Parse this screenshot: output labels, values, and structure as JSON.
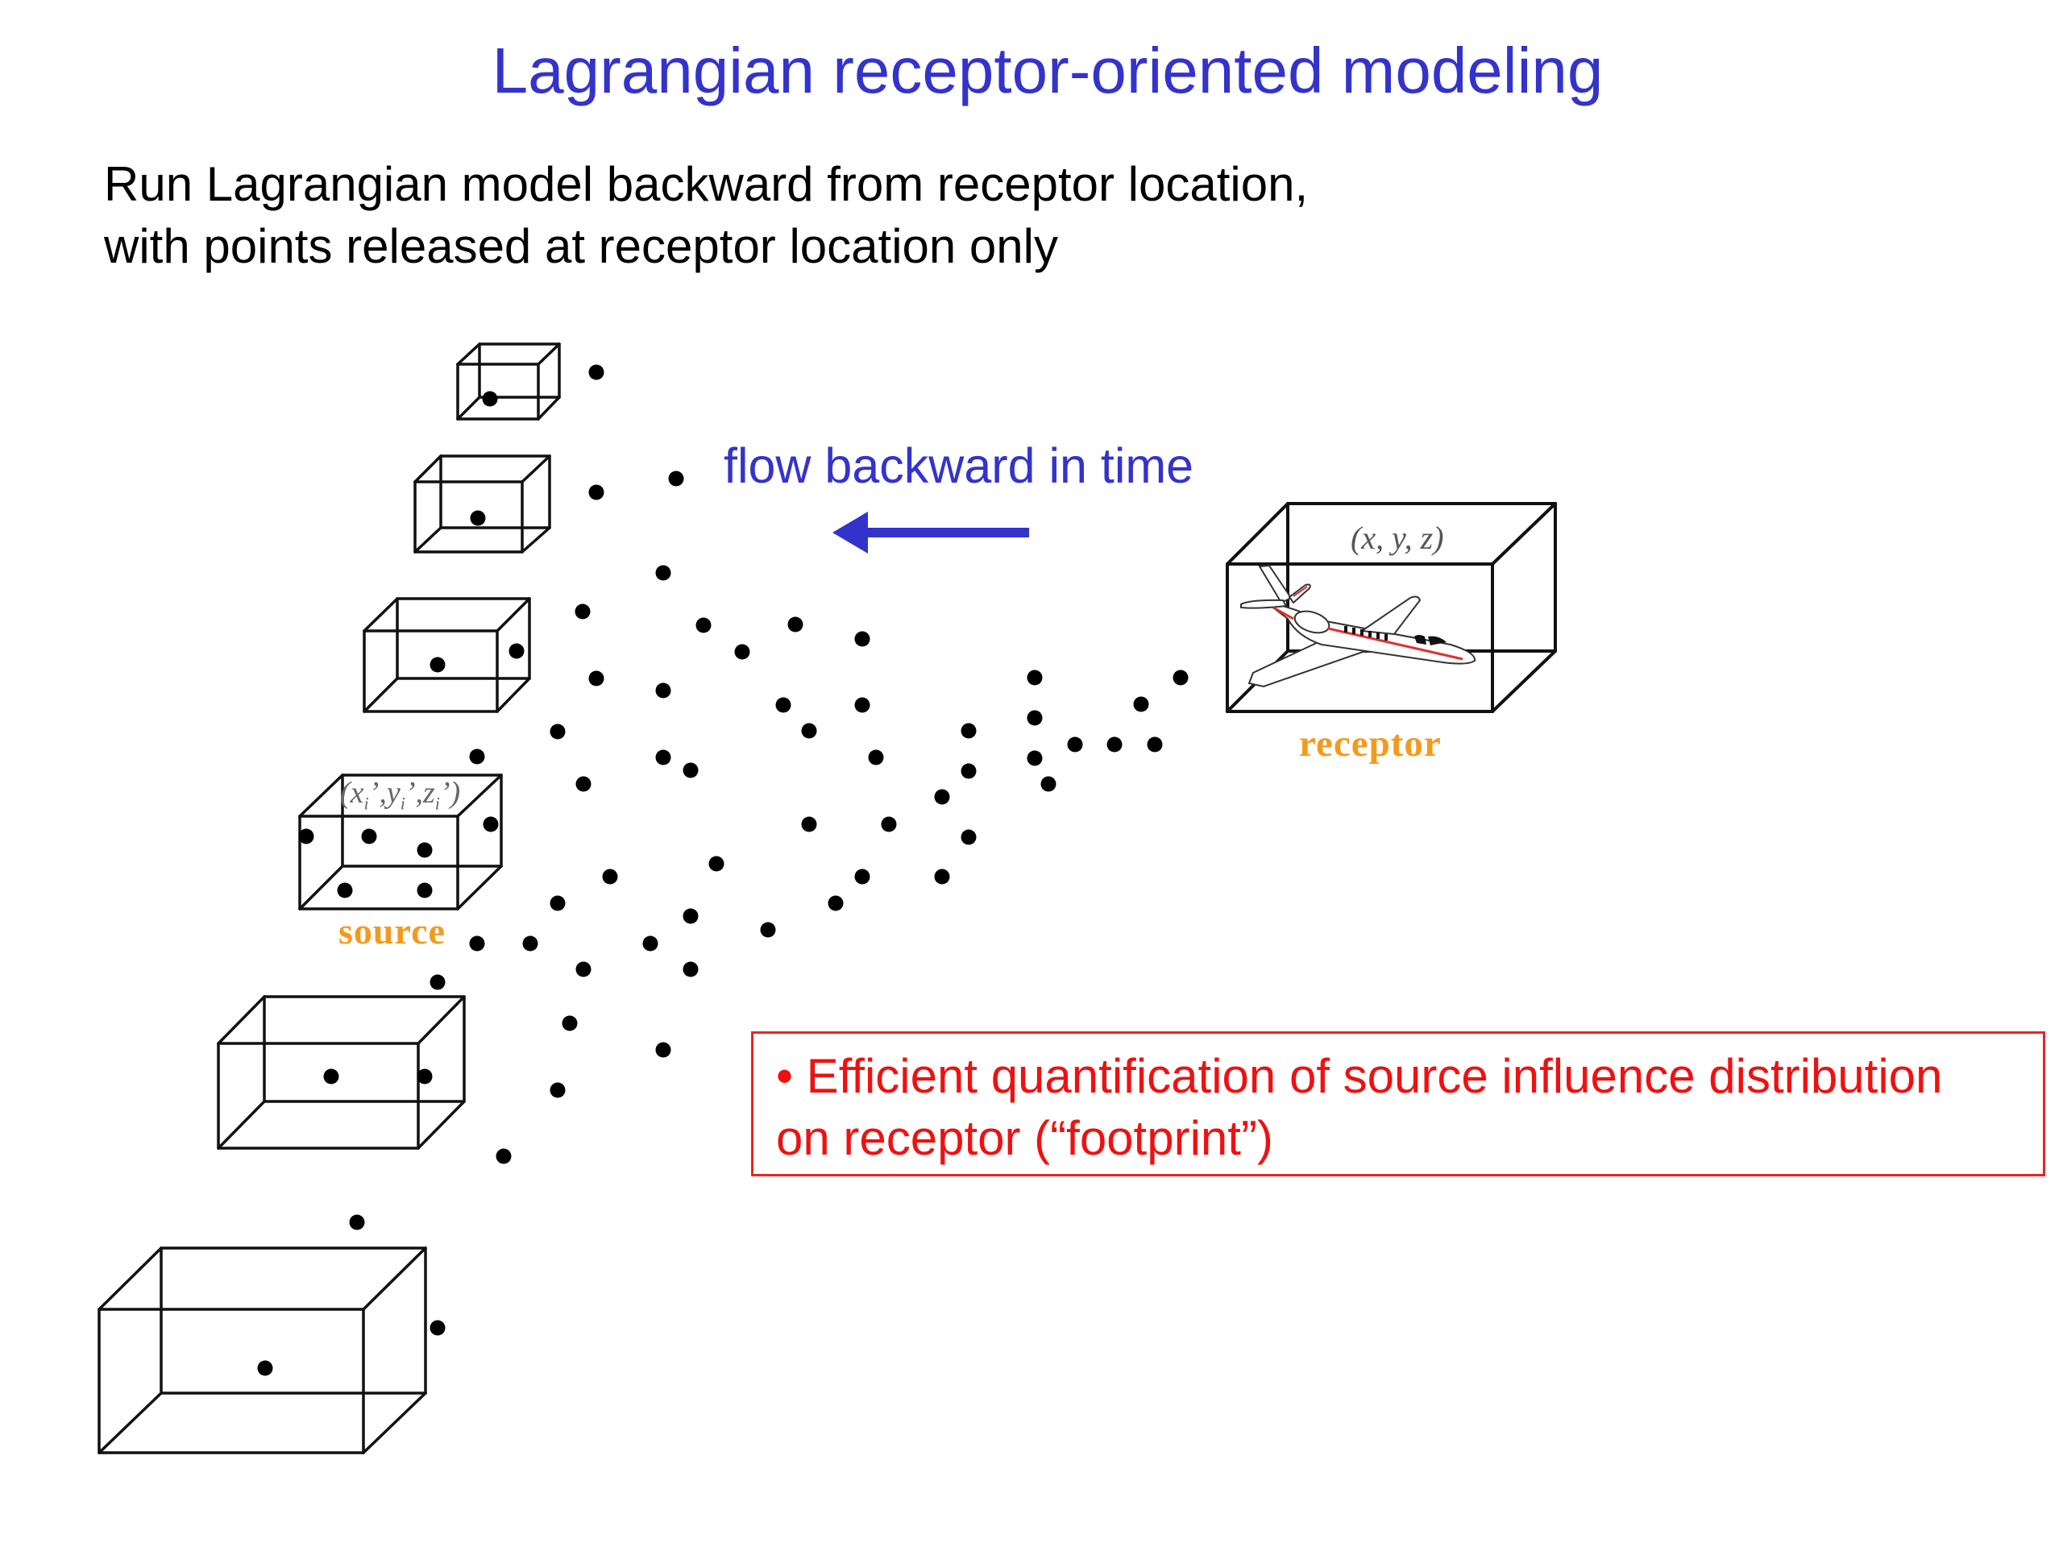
{
  "slide": {
    "title": "Lagrangian receptor-oriented modeling",
    "subtitle_lines": [
      "Run Lagrangian model backward from receptor location,",
      "with points released at receptor location only"
    ]
  },
  "diagram": {
    "flow_label": "flow backward in time",
    "arrow_direction": "left",
    "receptor_label": "receptor",
    "receptor_coordinates": "(x, y, z)",
    "receptor_object": "airplane",
    "source_label": "source",
    "source_coordinates": {
      "prefix": "(",
      "x": "x",
      "y": "y",
      "z": "z",
      "subscript": "i",
      "prime": "’",
      "suffix": ")"
    },
    "grid_box_count": 7,
    "particle_color": "#000000"
  },
  "callout": {
    "lines": [
      "• Efficient quantification of source influence distribution",
      "on receptor (“footprint”)"
    ]
  },
  "colors": {
    "title": "#3333cc",
    "flow": "#3333cc",
    "labels": "#f39a1e",
    "callout": "#ee1111",
    "callout_border": "#ee2222",
    "plane_stripe": "#e03030"
  }
}
